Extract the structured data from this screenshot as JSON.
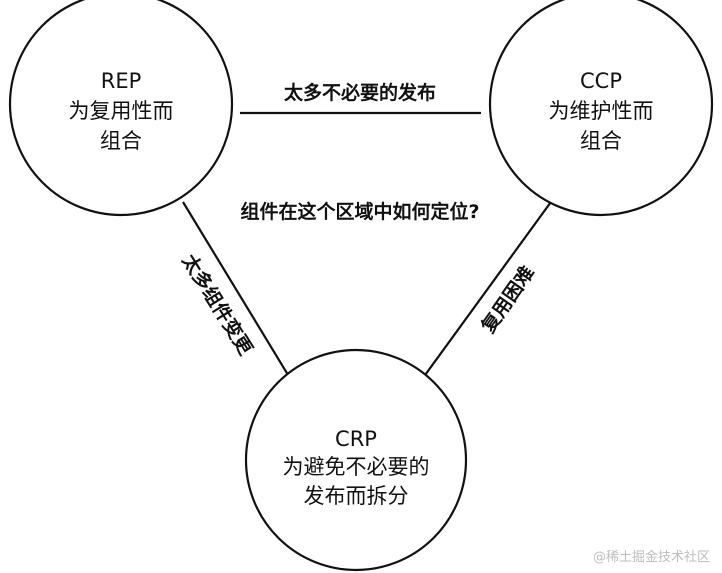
{
  "nodes": {
    "rep": {
      "title": "REP",
      "line1": "为复用性而",
      "line2": "组合"
    },
    "ccp": {
      "title": "CCP",
      "line1": "为维护性而",
      "line2": "组合"
    },
    "crp": {
      "title": "CRP",
      "line1": "为避免不必要的",
      "line2": "发布而拆分"
    }
  },
  "edges": {
    "top": "太多不必要的发布",
    "left": "太多组件变更",
    "right": "复用困难"
  },
  "center_question": "组件在这个区域中如何定位?",
  "watermark": "@稀土掘金技术社区"
}
